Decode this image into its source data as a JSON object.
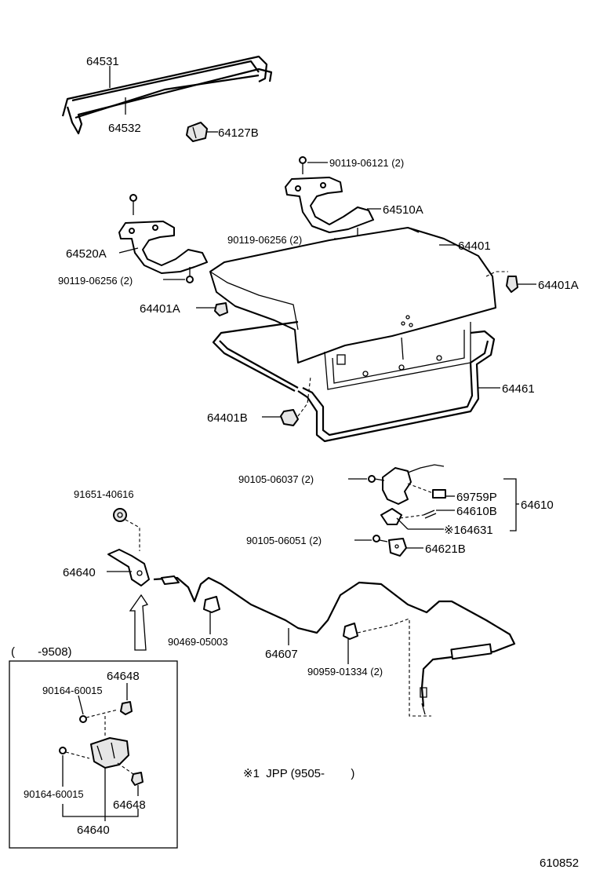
{
  "labels": {
    "p64531": "64531",
    "p64532": "64532",
    "p64127B": "64127B",
    "bolt_06121": "90119-06121 (2)",
    "p64510A": "64510A",
    "bolt_06256_r": "90119-06256 (2)",
    "p64401": "64401",
    "p64520A": "64520A",
    "bolt_06256_l": "90119-06256 (2)",
    "p64401A_r": "64401A",
    "p64401A_l": "64401A",
    "p64461": "64461",
    "p64401B": "64401B",
    "screw_06037": "90105-06037 (2)",
    "p69759P": "69759P",
    "p64610B": "64610B",
    "p64631": "※164631",
    "p64610": "64610",
    "screw_06051": "90105-06051 (2)",
    "p64621B": "64621B",
    "p91651": "91651-40616",
    "p64640": "64640",
    "clip_05003": "90469-05003",
    "p64607": "64607",
    "clip_01334": "90959-01334 (2)",
    "inset_range": "(       -9508)",
    "inset_64648_top": "64648",
    "inset_screw_top": "90164-60015",
    "inset_screw_bottom": "90164-60015",
    "inset_64648_bottom": "64648",
    "inset_64640": "64640",
    "footnote": "※1  JPP (9505-        )",
    "diagram_id": "610852"
  }
}
